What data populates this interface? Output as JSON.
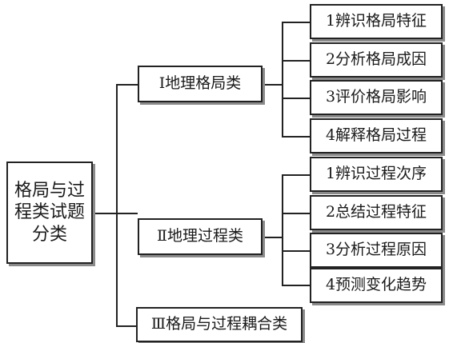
{
  "root": {
    "label": "格局与过程类试题分类"
  },
  "categories": [
    {
      "label": "Ⅰ地理格局类",
      "children": [
        "1辨识格局特征",
        "2分析格局成因",
        "3评价格局影响",
        "4解释格局过程"
      ]
    },
    {
      "label": "Ⅱ地理过程类",
      "children": [
        "1辨识过程次序",
        "2总结过程特征",
        "3分析过程原因",
        "4预测变化趋势"
      ]
    },
    {
      "label": "Ⅲ格局与过程耦合类",
      "children": []
    }
  ]
}
